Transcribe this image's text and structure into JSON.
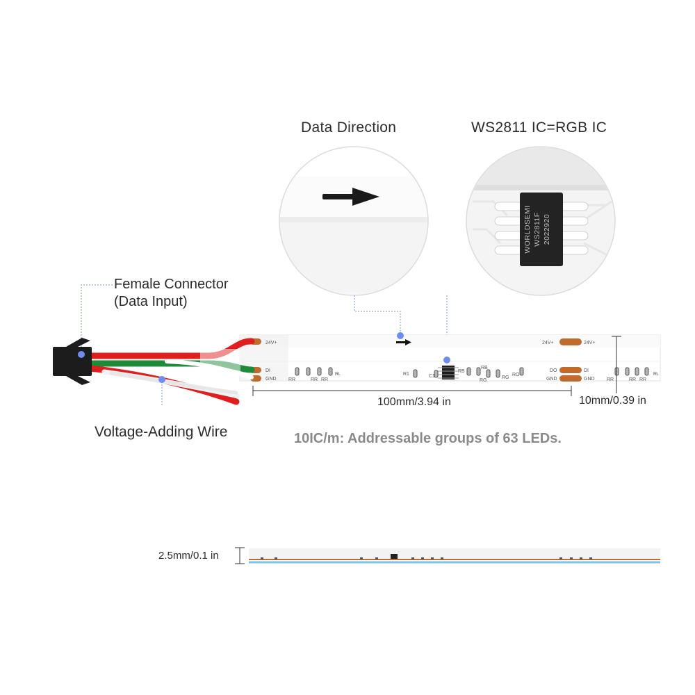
{
  "callouts": {
    "data_direction": "Data Direction",
    "ic": "WS2811 IC=RGB IC",
    "female_connector_line1": "Female Connector",
    "female_connector_line2": "(Data Input)",
    "voltage_wire": "Voltage-Adding Wire"
  },
  "chip_marking": [
    "WORLDSEMI",
    "WS2811F",
    "2022920"
  ],
  "pad_labels": {
    "v_plus": "24V+",
    "di": "DI",
    "do": "DO",
    "gnd": "GND",
    "r1": "R1",
    "c1": "C1",
    "rb": "RB",
    "rg": "RG",
    "rr": "RR",
    "ro": "RO",
    "rl": "Rʟ"
  },
  "dimensions": {
    "segment_length": "100mm/3.94 in",
    "strip_width": "10mm/0.39 in",
    "thickness": "2.5mm/0.1 in"
  },
  "summary": "10IC/m: Addressable groups of 63 LEDs.",
  "colors": {
    "marker_dot": "#6d8ef0",
    "copper_pad": "#c06a2b",
    "wire_red": "#e01e1e",
    "wire_green": "#1f8a3a",
    "connector": "#1c1c1c"
  }
}
